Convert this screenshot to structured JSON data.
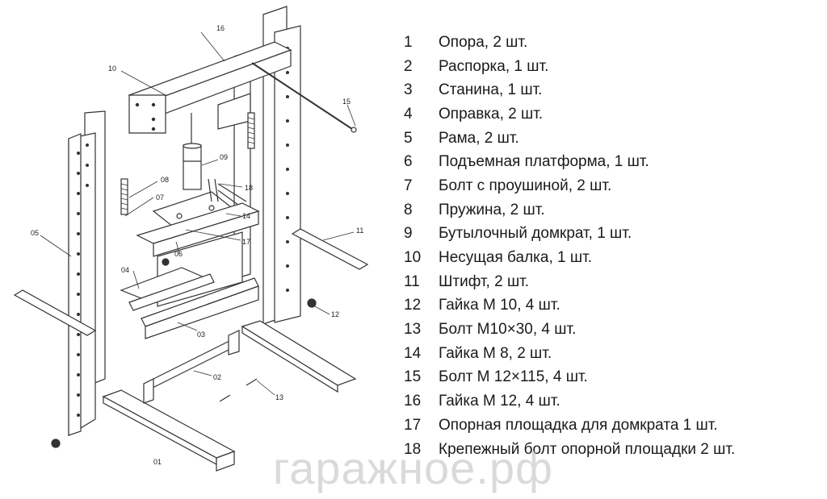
{
  "diagram": {
    "callouts": [
      "16",
      "10",
      "15",
      "09",
      "08",
      "18",
      "07",
      "14",
      "17",
      "05",
      "06",
      "04",
      "11",
      "03",
      "12",
      "02",
      "13",
      "01"
    ]
  },
  "legend": [
    {
      "num": "1",
      "text": "Опора, 2 шт."
    },
    {
      "num": "2",
      "text": "Распорка, 1 шт."
    },
    {
      "num": "3",
      "text": "Станина, 1 шт."
    },
    {
      "num": "4",
      "text": "Оправка, 2 шт."
    },
    {
      "num": "5",
      "text": "Рама, 2 шт."
    },
    {
      "num": "6",
      "text": "Подъемная платформа, 1 шт."
    },
    {
      "num": "7",
      "text": "Болт с проушиной, 2 шт."
    },
    {
      "num": "8",
      "text": "Пружина, 2 шт."
    },
    {
      "num": "9",
      "text": "Бутылочный домкрат, 1 шт."
    },
    {
      "num": "10",
      "text": "Несущая балка, 1 шт."
    },
    {
      "num": "11",
      "text": "Штифт, 2 шт."
    },
    {
      "num": "12",
      "text": "Гайка М 10, 4 шт."
    },
    {
      "num": "13",
      "text": "Болт М10×30, 4 шт."
    },
    {
      "num": "14",
      "text": "Гайка М 8, 2 шт."
    },
    {
      "num": "15",
      "text": "Болт М 12×115, 4 шт."
    },
    {
      "num": "16",
      "text": "Гайка М 12, 4 шт."
    },
    {
      "num": "17",
      "text": "Опорная площадка для домкрата 1 шт."
    },
    {
      "num": "18",
      "text": "Крепежный болт опорной площадки 2 шт."
    }
  ],
  "watermark": "гаражное.рф"
}
